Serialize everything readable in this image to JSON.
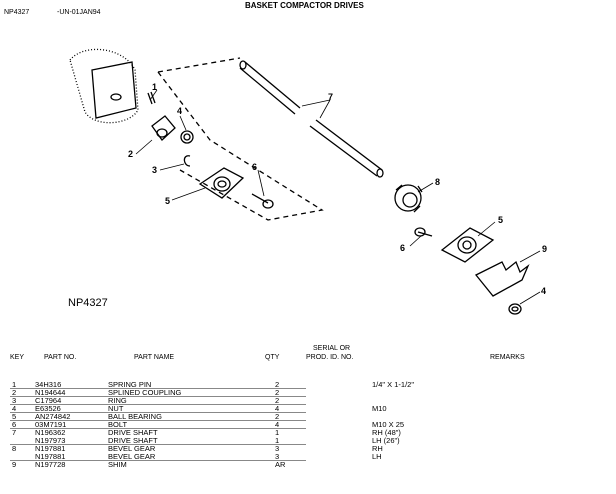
{
  "header": {
    "code": "NP4327",
    "date_code": "-UN-01JAN94",
    "title": "BASKET COMPACTOR DRIVES"
  },
  "figure": {
    "label": "NP4327",
    "callouts": [
      "1",
      "2",
      "3",
      "4",
      "5",
      "6",
      "7",
      "8",
      "5",
      "6",
      "9",
      "4"
    ]
  },
  "table": {
    "headers": {
      "key": "KEY",
      "part_no": "PART NO.",
      "part_name": "PART NAME",
      "qty": "QTY",
      "serial_1": "SERIAL OR",
      "serial_2": "PROD. ID. NO.",
      "remarks": "REMARKS"
    },
    "rows": [
      {
        "key": "1",
        "part_no": "34H316",
        "name": "SPRING PIN",
        "qty": "2",
        "remarks": "1/4\" X 1-1/2\""
      },
      {
        "key": "2",
        "part_no": "N194644",
        "name": "SPLINED COUPLING",
        "qty": "2",
        "remarks": ""
      },
      {
        "key": "3",
        "part_no": "C17964",
        "name": "RING",
        "qty": "2",
        "remarks": ""
      },
      {
        "key": "4",
        "part_no": "E63526",
        "name": "NUT",
        "qty": "4",
        "remarks": "M10"
      },
      {
        "key": "5",
        "part_no": "AN274842",
        "name": "BALL BEARING",
        "qty": "2",
        "remarks": ""
      },
      {
        "key": "6",
        "part_no": "03M7191",
        "name": "BOLT",
        "qty": "4",
        "remarks": "M10 X 25"
      },
      {
        "key": "7",
        "part_no": "N196362",
        "name": "DRIVE SHAFT",
        "qty": "1",
        "remarks": "RH (48\")"
      },
      {
        "key": "",
        "part_no": "N197973",
        "name": "DRIVE SHAFT",
        "qty": "1",
        "remarks": "LH (26\")"
      },
      {
        "key": "8",
        "part_no": "N197881",
        "name": "BEVEL GEAR",
        "qty": "3",
        "remarks": "RH"
      },
      {
        "key": "",
        "part_no": "N197881",
        "name": "BEVEL GEAR",
        "qty": "3",
        "remarks": "LH"
      },
      {
        "key": "9",
        "part_no": "N197728",
        "name": "SHIM",
        "qty": "AR",
        "remarks": ""
      }
    ]
  }
}
